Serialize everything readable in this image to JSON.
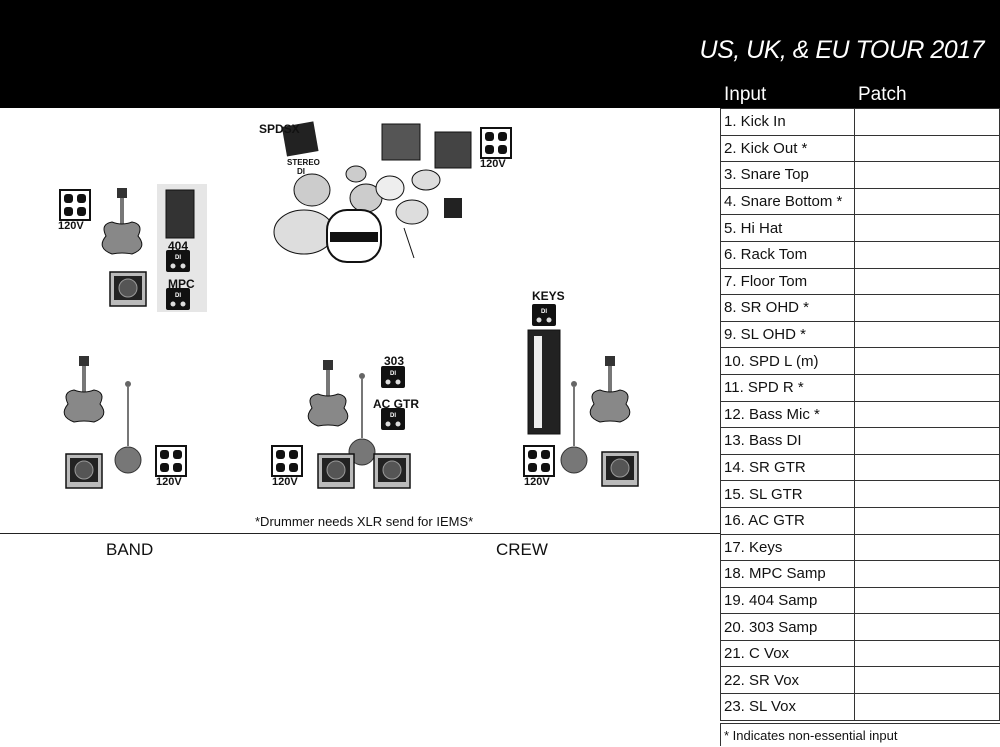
{
  "header": {
    "title": "US, UK, & EU TOUR 2017",
    "col_input": "Input",
    "col_patch": "Patch"
  },
  "stage": {
    "note": "*Drummer needs XLR send for IEMS*",
    "labels": {
      "spdsx": "SPDSX",
      "stereo": "STEREO",
      "di": "DI",
      "v120": "120V",
      "s404": "404",
      "mpc": "MPC",
      "s303": "303",
      "ac_gtr": "AC GTR",
      "keys": "KEYS"
    },
    "band_label": "BAND",
    "crew_label": "CREW"
  },
  "inputs": [
    "1. Kick In",
    "2. Kick Out *",
    "3. Snare Top",
    "4. Snare Bottom *",
    "5. Hi Hat",
    "6. Rack Tom",
    "7. Floor Tom",
    "8. SR OHD *",
    "9. SL OHD *",
    "10. SPD L (m)",
    "11. SPD R *",
    "12. Bass Mic *",
    "13. Bass DI",
    "14. SR GTR",
    "15. SL GTR",
    "16. AC GTR",
    "17. Keys",
    "18. MPC Samp",
    "19. 404 Samp",
    "20. 303 Samp",
    "21. C Vox",
    "22. SR Vox",
    "23. SL Vox"
  ],
  "footnote": "* Indicates non-essential input"
}
